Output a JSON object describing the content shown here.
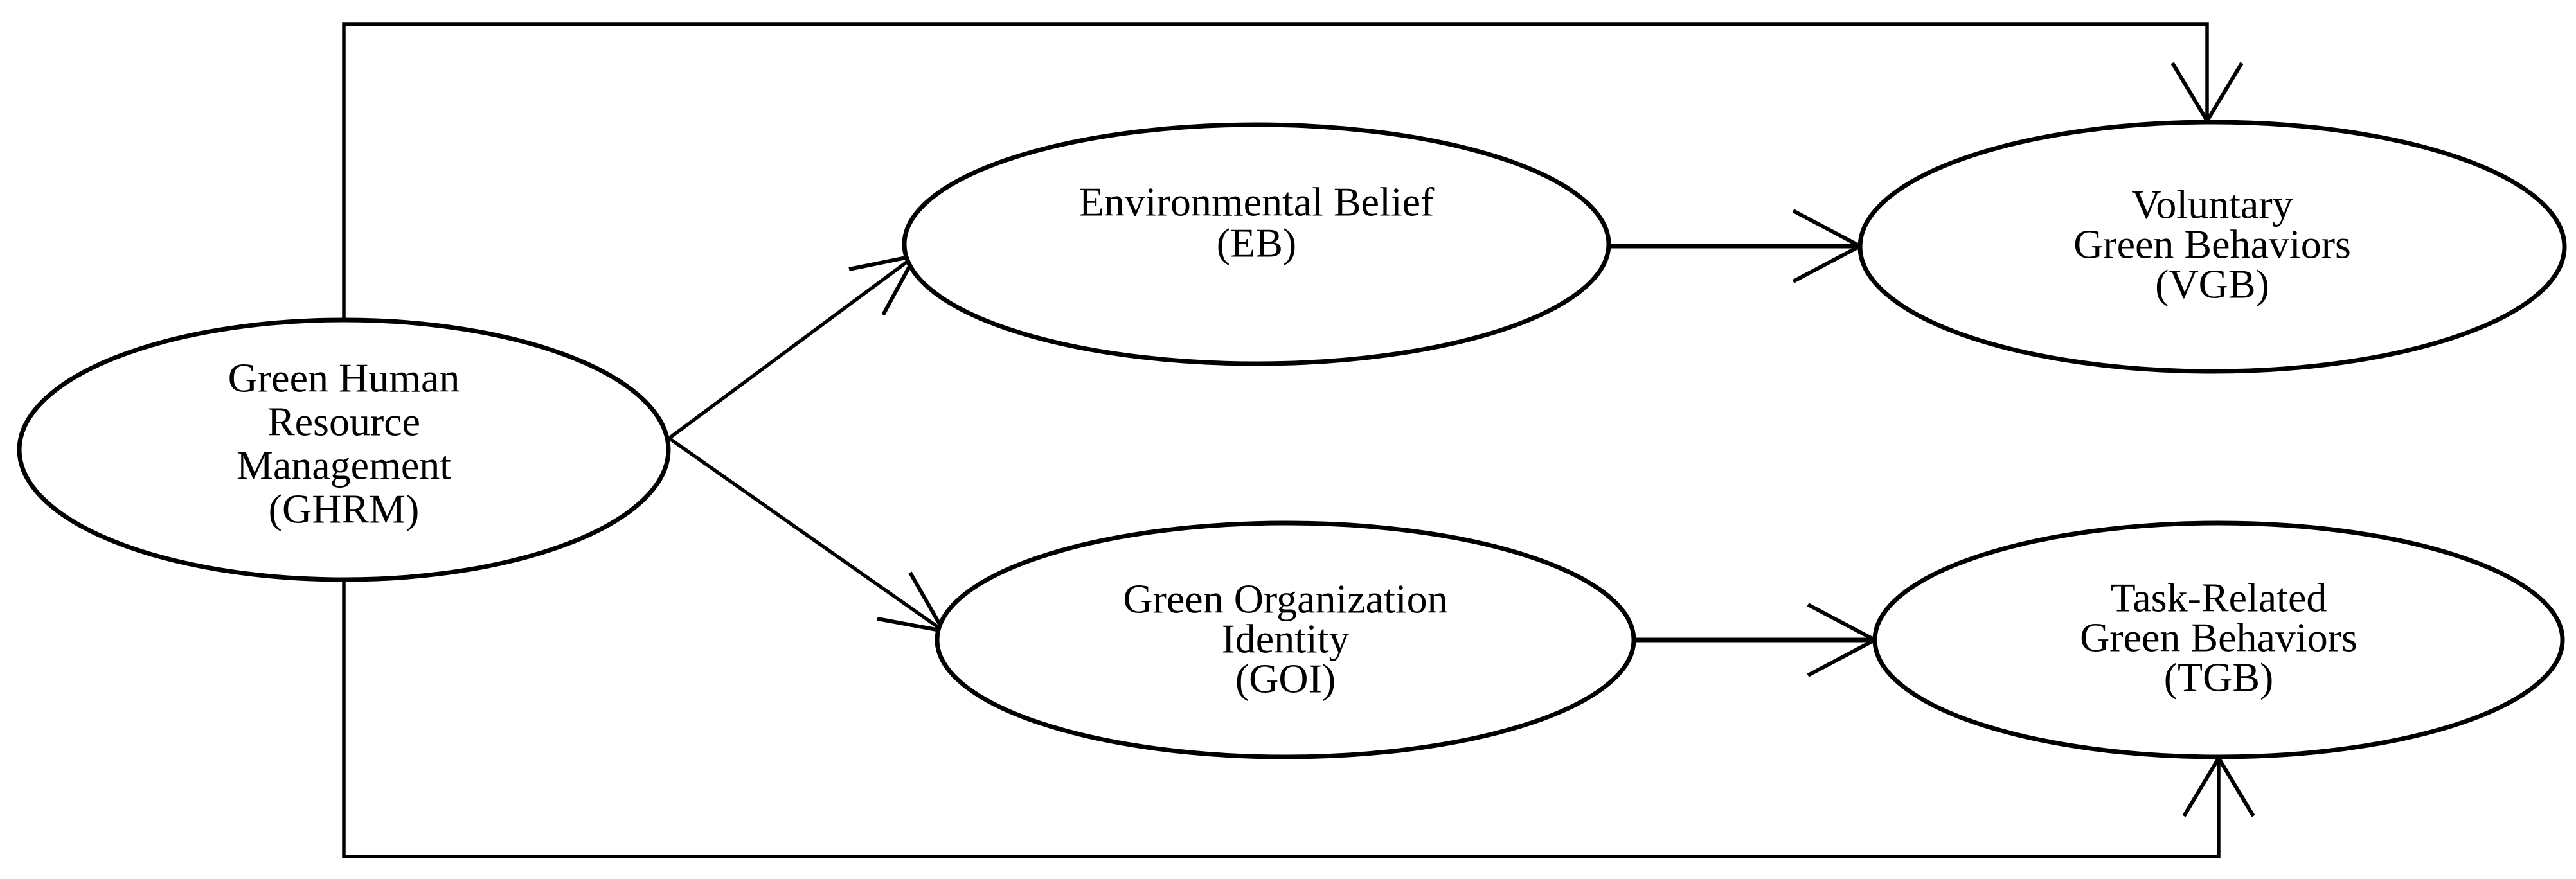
{
  "diagram": {
    "background_color": "#ffffff",
    "stroke_color": "#000000",
    "text_color": "#000000",
    "nodes": {
      "ghrm": {
        "id": "GHRM",
        "label": "Green Human Resource Management (GHRM)",
        "lines": [
          "Green Human",
          "Resource",
          "Management",
          "(GHRM)"
        ]
      },
      "eb": {
        "id": "EB",
        "label": "Environmental Belief (EB)",
        "lines": [
          "Environmental Belief",
          "(EB)"
        ]
      },
      "goi": {
        "id": "GOI",
        "label": "Green Organization Identity (GOI)",
        "lines": [
          "Green Organization",
          "Identity",
          "(GOI)"
        ]
      },
      "vgb": {
        "id": "VGB",
        "label": "Voluntary Green Behaviors (VGB)",
        "lines": [
          "Voluntary",
          "Green Behaviors",
          "(VGB)"
        ]
      },
      "tgb": {
        "id": "TGB",
        "label": "Task-Related Green Behaviors (TGB)",
        "lines": [
          "Task-Related",
          "Green Behaviors",
          "(TGB)"
        ]
      }
    },
    "edges": [
      {
        "from": "GHRM",
        "to": "EB",
        "style": "straight-diagonal-arrow"
      },
      {
        "from": "GHRM",
        "to": "GOI",
        "style": "straight-diagonal-arrow"
      },
      {
        "from": "EB",
        "to": "VGB",
        "style": "straight-horizontal-arrow"
      },
      {
        "from": "GOI",
        "to": "TGB",
        "style": "straight-horizontal-arrow"
      },
      {
        "from": "GHRM",
        "to": "VGB",
        "style": "orthogonal-route-over-top"
      },
      {
        "from": "GHRM",
        "to": "TGB",
        "style": "orthogonal-route-under-bottom"
      }
    ]
  }
}
